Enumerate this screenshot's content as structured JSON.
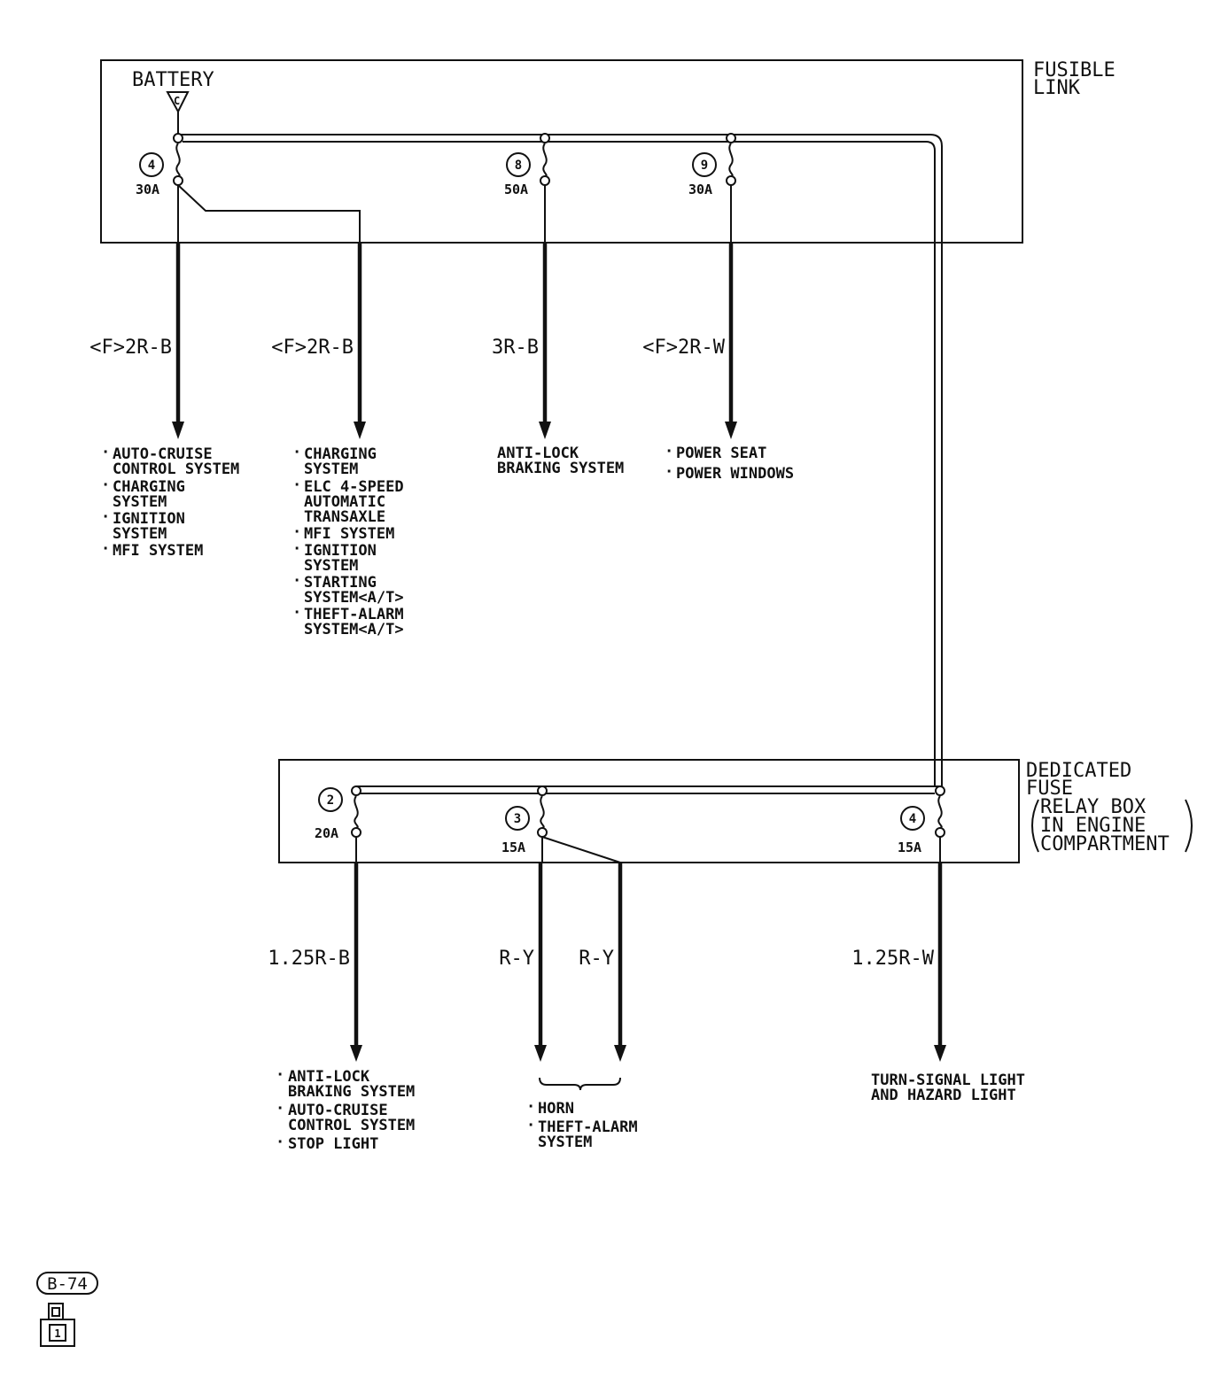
{
  "fusible_link": {
    "title_line1": "FUSIBLE",
    "title_line2": "LINK",
    "battery_label": "BATTERY",
    "battery_connector": "C",
    "fuses": [
      {
        "number": "4",
        "rating": "30A"
      },
      {
        "number": "8",
        "rating": "50A"
      },
      {
        "number": "9",
        "rating": "30A"
      }
    ],
    "wires": [
      {
        "code": "<F>2R-B",
        "loads": [
          [
            "AUTO-CRUISE",
            "CONTROL SYSTEM"
          ],
          [
            "CHARGING",
            "SYSTEM"
          ],
          [
            "IGNITION",
            "SYSTEM"
          ],
          [
            "MFI SYSTEM"
          ]
        ]
      },
      {
        "code": "<F>2R-B",
        "loads": [
          [
            "CHARGING",
            "SYSTEM"
          ],
          [
            "ELC 4-SPEED",
            "AUTOMATIC",
            "TRANSAXLE"
          ],
          [
            "MFI SYSTEM"
          ],
          [
            "IGNITION",
            "SYSTEM"
          ],
          [
            "STARTING",
            "SYSTEM<A/T>"
          ],
          [
            "THEFT-ALARM",
            "SYSTEM<A/T>"
          ]
        ]
      },
      {
        "code": "3R-B",
        "loads": [
          [
            "ANTI-LOCK",
            "BRAKING SYSTEM"
          ]
        ]
      },
      {
        "code": "<F>2R-W",
        "loads": [
          [
            "POWER SEAT"
          ],
          [
            "POWER WINDOWS"
          ]
        ]
      }
    ]
  },
  "fuse_box": {
    "title_line1": "DEDICATED",
    "title_line2": "FUSE",
    "title_line3": "RELAY BOX",
    "title_line4": "IN ENGINE",
    "title_line5": "COMPARTMENT",
    "fuses": [
      {
        "number": "2",
        "rating": "20A"
      },
      {
        "number": "3",
        "rating": "15A"
      },
      {
        "number": "4",
        "rating": "15A"
      }
    ],
    "wires": [
      {
        "code": "1.25R-B",
        "loads": [
          [
            "ANTI-LOCK",
            "BRAKING SYSTEM"
          ],
          [
            "AUTO-CRUISE",
            "CONTROL SYSTEM"
          ],
          [
            "STOP LIGHT"
          ]
        ]
      },
      {
        "code": "R-Y"
      },
      {
        "code": "R-Y"
      },
      {
        "code": "1.25R-W",
        "loads": [
          [
            "TURN-SIGNAL LIGHT",
            "AND HAZARD LIGHT"
          ]
        ]
      }
    ],
    "shared_loads": [
      [
        "HORN"
      ],
      [
        "THEFT-ALARM",
        "SYSTEM"
      ]
    ]
  },
  "connector": {
    "code": "B-74",
    "pin": "1"
  }
}
